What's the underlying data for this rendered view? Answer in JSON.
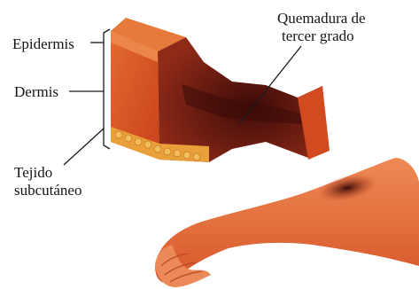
{
  "labels": {
    "epidermis": "Epidermis",
    "dermis": "Dermis",
    "subcutaneous_line1": "Tejido",
    "subcutaneous_line2": "subcutáneo",
    "burn_line1": "Quemadura de",
    "burn_line2": "tercer grado"
  },
  "colors": {
    "skin_block": "#d9531f",
    "burn_wound": "#5c1410",
    "fat_layer": "#e9a03a",
    "arm": "#e46f3c",
    "text": "#151515"
  }
}
